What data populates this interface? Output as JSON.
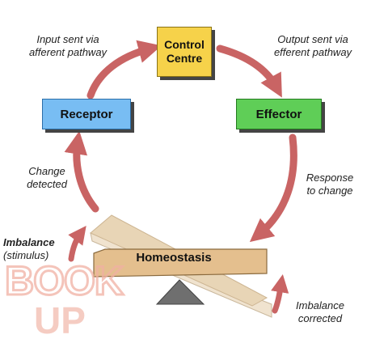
{
  "boxes": {
    "control_centre": {
      "line1": "Control",
      "line2": "Centre"
    },
    "receptor": "Receptor",
    "effector": "Effector",
    "homeostasis": "Homeostasis"
  },
  "labels": {
    "input": {
      "line1": "Input sent via",
      "line2": "afferent pathway"
    },
    "output": {
      "line1": "Output sent via",
      "line2": "efferent pathway"
    },
    "change": {
      "line1": "Change",
      "line2": "detected"
    },
    "response": {
      "line1": "Response",
      "line2": "to change"
    },
    "imbalance": {
      "line1": "Imbalance",
      "line2": "(stimulus)"
    },
    "corrected": {
      "line1": "Imbalance",
      "line2": "corrected"
    }
  },
  "watermark": {
    "top": "BOOK",
    "bottom": "UP"
  },
  "colors": {
    "arrow": "#c96464",
    "control_centre": "#f6d24a",
    "receptor": "#78bdf3",
    "effector": "#5fce57",
    "plank": "#e4bf8e",
    "plank_tilted": "#f0e3cf",
    "fulcrum": "#6f6f6f",
    "watermark": "#f1b1a3"
  }
}
